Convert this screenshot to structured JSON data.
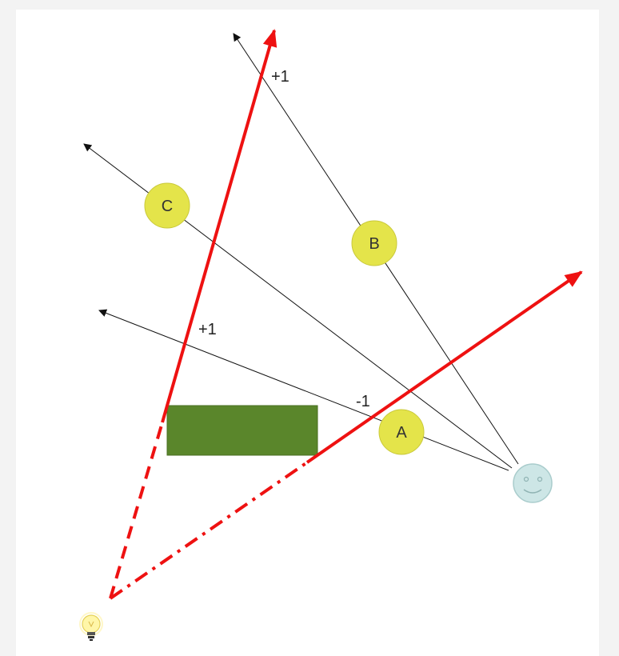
{
  "labels": {
    "ray_b_sign": "+1",
    "ray_a_sign": "-1",
    "red_ray_sign": "+1"
  },
  "circles": {
    "a": "A",
    "b": "B",
    "c": "C"
  },
  "icons": {
    "observer": "smiley-face-icon",
    "light": "light-bulb-icon"
  },
  "colors": {
    "ray_red": "#ee1111",
    "circle_fill": "#e4e44a",
    "obstacle_fill": "#5a862b",
    "face_fill": "#cde6e6"
  }
}
